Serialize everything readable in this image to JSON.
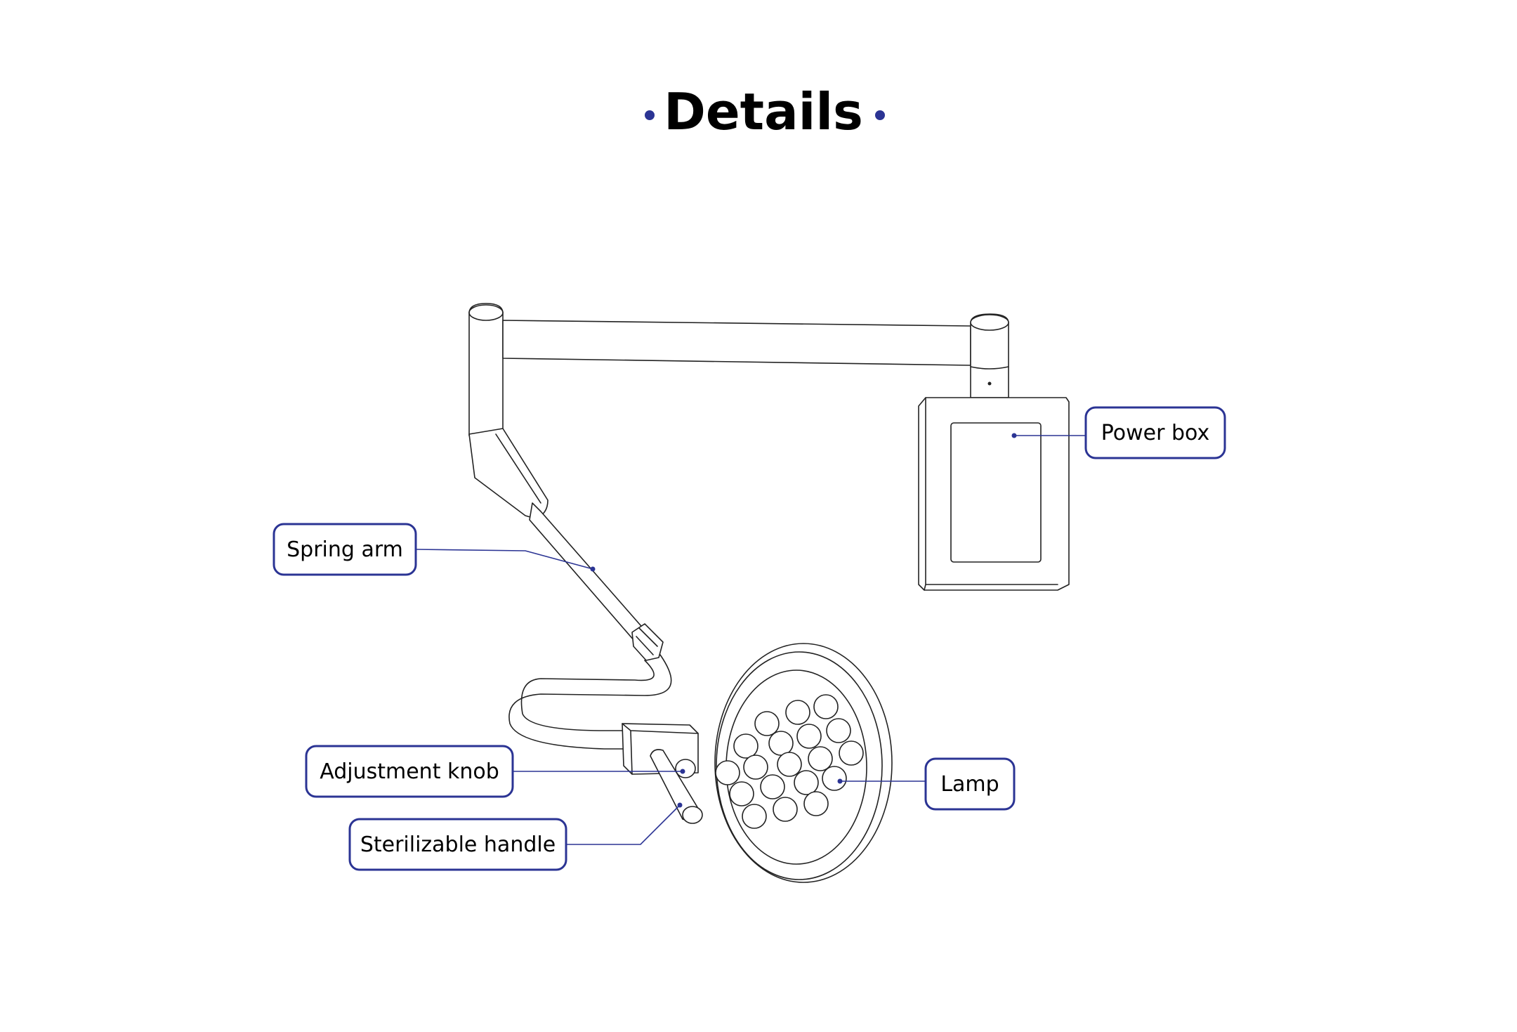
{
  "title": "Details",
  "accent_color": "#2b3494",
  "callouts": {
    "power_box": "Power box",
    "spring_arm": "Spring arm",
    "adjustment_knob": "Adjustment knob",
    "sterilizable_handle": "Sterilizable handle",
    "lamp": "Lamp"
  }
}
